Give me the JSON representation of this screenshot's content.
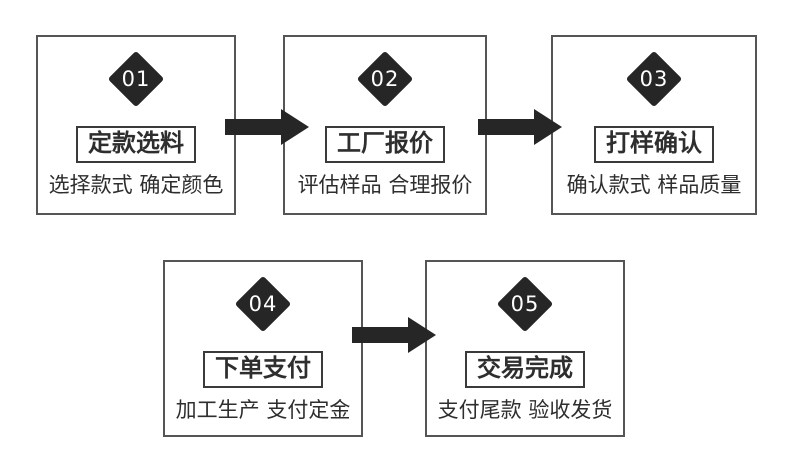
{
  "diagram": {
    "type": "process-flowchart",
    "colors": {
      "background": "#ffffff",
      "box_border": "#555555",
      "title_border": "#3a3a3a",
      "diamond_fill": "#262626",
      "diamond_number": "#ffffff",
      "arrow": "#262626",
      "text": "#2e2e2e"
    },
    "arrow_icons": [
      {
        "name": "arrow-right-icon",
        "from": "step-1",
        "to": "step-2"
      },
      {
        "name": "arrow-right-icon",
        "from": "step-2",
        "to": "step-3"
      },
      {
        "name": "arrow-right-icon",
        "from": "step-4",
        "to": "step-5"
      }
    ]
  },
  "steps": [
    {
      "number": "01",
      "title": "定款选料",
      "subtitle": "选择款式 确定颜色"
    },
    {
      "number": "02",
      "title": "工厂报价",
      "subtitle": "评估样品 合理报价"
    },
    {
      "number": "03",
      "title": "打样确认",
      "subtitle": "确认款式 样品质量"
    },
    {
      "number": "04",
      "title": "下单支付",
      "subtitle": "加工生产 支付定金"
    },
    {
      "number": "05",
      "title": "交易完成",
      "subtitle": "支付尾款 验收发货"
    }
  ]
}
